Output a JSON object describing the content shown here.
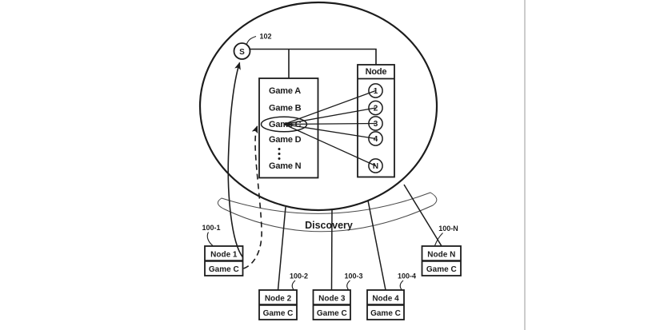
{
  "figure": {
    "server": {
      "label": "S",
      "ref": "102"
    },
    "game_list": {
      "items": [
        "Game A",
        "Game B",
        "Game C",
        "Game D",
        "Game N"
      ]
    },
    "node_column": {
      "header": "Node",
      "entries": [
        "1",
        "2",
        "3",
        "4",
        "N"
      ]
    },
    "discovery": {
      "label": "Discovery"
    },
    "client_nodes": [
      {
        "ref": "100-1",
        "name": "Node 1",
        "game": "Game C"
      },
      {
        "ref": "100-2",
        "name": "Node 2",
        "game": "Game C"
      },
      {
        "ref": "100-3",
        "name": "Node 3",
        "game": "Game C"
      },
      {
        "ref": "100-4",
        "name": "Node 4",
        "game": "Game C"
      },
      {
        "ref": "100-N",
        "name": "Node N",
        "game": "Game C"
      }
    ],
    "colors": {
      "ink": "#1c1c1c",
      "band": "#4a4a4a",
      "page_divider": "#9a9a9a"
    }
  }
}
